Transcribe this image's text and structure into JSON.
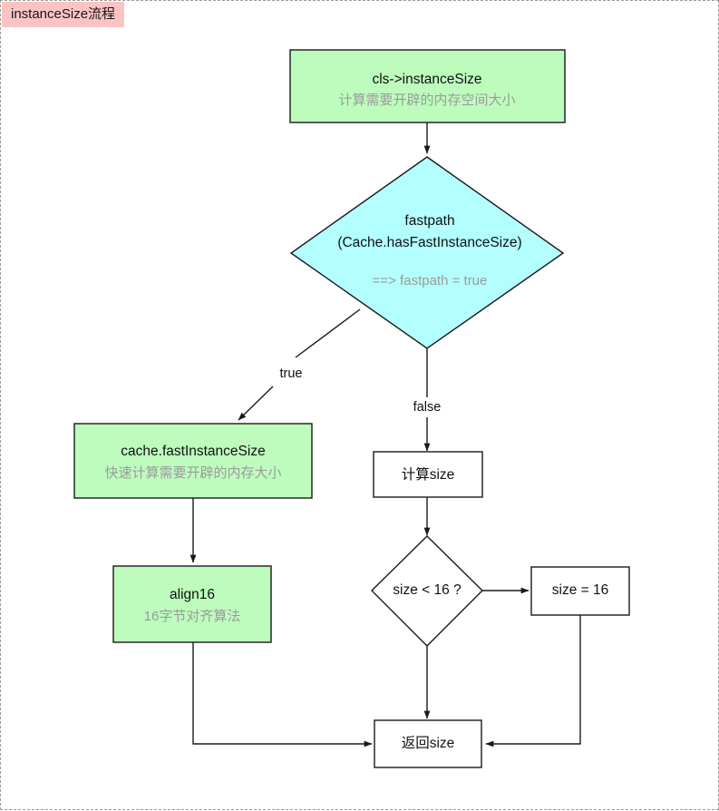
{
  "page": {
    "badge_label": "instanceSize流程",
    "badge_bg": "#fbc4c4",
    "canvas_bg": "#ffffff",
    "border_style": "dashed"
  },
  "palette": {
    "green_fill": "#bdfcbd",
    "cyan_fill": "#b3ffff",
    "white_fill": "#ffffff",
    "stroke": "#1a1a1a",
    "sub_text": "#9b9b9b",
    "main_text": "#111111"
  },
  "chart_data": {
    "type": "diagram",
    "title": "instanceSize流程",
    "nodes": [
      {
        "id": "n1",
        "shape": "rect",
        "fill": "#bdfcbd",
        "title": "cls->instanceSize",
        "subtitle": "计算需要开辟的内存空间大小"
      },
      {
        "id": "n2",
        "shape": "diamond",
        "fill": "#b3ffff",
        "title": "fastpath",
        "title2": "(Cache.hasFastInstanceSize)",
        "subtitle": "==> fastpath = true"
      },
      {
        "id": "n3",
        "shape": "rect",
        "fill": "#bdfcbd",
        "title": "cache.fastInstanceSize",
        "subtitle": "快速计算需要开辟的内存大小"
      },
      {
        "id": "n4",
        "shape": "rect",
        "fill": "#bdfcbd",
        "title": "align16",
        "subtitle": "16字节对齐算法"
      },
      {
        "id": "n5",
        "shape": "rect",
        "fill": "#ffffff",
        "title": "计算size",
        "subtitle": ""
      },
      {
        "id": "n6",
        "shape": "diamond",
        "fill": "#ffffff",
        "title": "size < 16 ?",
        "subtitle": ""
      },
      {
        "id": "n7",
        "shape": "rect",
        "fill": "#ffffff",
        "title": "size = 16",
        "subtitle": ""
      },
      {
        "id": "n8",
        "shape": "rect",
        "fill": "#ffffff",
        "title": "返回size",
        "subtitle": ""
      }
    ],
    "edges": [
      {
        "from": "n1",
        "to": "n2",
        "label": ""
      },
      {
        "from": "n2",
        "to": "n3",
        "label": "true"
      },
      {
        "from": "n2",
        "to": "n5",
        "label": "false"
      },
      {
        "from": "n3",
        "to": "n4",
        "label": ""
      },
      {
        "from": "n4",
        "to": "n8",
        "label": ""
      },
      {
        "from": "n5",
        "to": "n6",
        "label": ""
      },
      {
        "from": "n6",
        "to": "n7",
        "label": ""
      },
      {
        "from": "n6",
        "to": "n8",
        "label": ""
      },
      {
        "from": "n7",
        "to": "n8",
        "label": ""
      }
    ]
  }
}
